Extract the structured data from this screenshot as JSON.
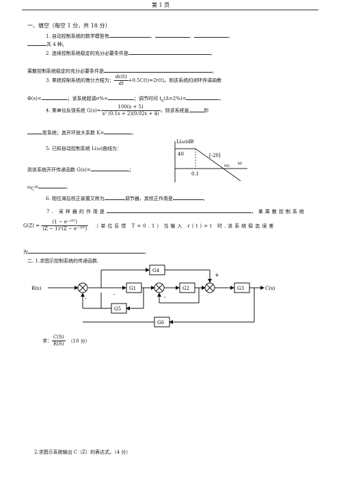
{
  "header": {
    "page": "第 1 页"
  },
  "section1": {
    "title": "一、填空（每空 1 分，共 18 分）"
  },
  "q1": {
    "prefix": "1. 自动控制系统的数学模型有",
    "sep1": "、",
    "sep2": "、",
    "sep3": "、",
    "tail": "共 4 种。"
  },
  "q2": {
    "text": "2. 连续控制系统稳定的充分必要条件是",
    "end": "。"
  },
  "q2b": {
    "text": "离散控制系统稳定的充分必要条件是",
    "end": "。"
  },
  "q3": {
    "prefix": "3. 某统控制系统的微分方程为：",
    "num": "dc(t)",
    "den": "dt",
    "suffix": "+0.5C(t)=2r(t)。则该系统的闭环传递函数"
  },
  "q3b": {
    "phi": "Φ(s)=",
    "overshoot": "；该系统超调σ%=",
    "settle": "；调节时间 t",
    "settle_sub": "s",
    "settle_cond": "(Δ=2%)=",
    "end": "。"
  },
  "q4": {
    "prefix": "4. 某单位反馈系统 G(s)=",
    "num": "100(s + 5)",
    "den": "s² (0.1s + 2)(0.02s + 4)",
    "suffix": "，则该系统是",
    "tail": "阶"
  },
  "q4b": {
    "text": "型系统；其开环放大系数 K=",
    "end": "。"
  },
  "q5": {
    "text": "5. 已知自动控制系统 L(ω)曲线为："
  },
  "q5b": {
    "text": "则该系统开环传递函数 G(s)=",
    "end": "；"
  },
  "q5c": {
    "text": "ω",
    "sub": "C",
    "eq": "=",
    "end": "。"
  },
  "bode": {
    "ylabel": "L(ω)dB",
    "val40": "40",
    "slope": "[-20]",
    "wc": "ω",
    "wc_sub": "C",
    "omega": "ω",
    "tick": "0.1"
  },
  "q6": {
    "text": "6. 相位滞后校正装置又称为",
    "mid": "调节器，其校正作用是",
    "end": "。"
  },
  "q7": {
    "text": "7. 采样器的作用是",
    "tail": "，某离散控制系统"
  },
  "q7b": {
    "gz": "G(Z) =",
    "num": "(1 − e⁻¹⁰ᵀ)",
    "den": "(Z − 1)²(Z − e⁻¹⁰ᵀ)",
    "rest": "（单位反馈 T=0.1）当输入 r(t)=t 时.该系统稳态误差"
  },
  "q7c": {
    "text": "为",
    "end": "。"
  },
  "section2": {
    "title": "二. 1.求图示控制系统的传递函数."
  },
  "block_diagram": {
    "input": "R(s)",
    "output": "C(s)",
    "g1": "G1",
    "g2": "G2",
    "g3": "G3",
    "g4": "G4",
    "g5": "G5",
    "g6": "G6",
    "minus": "-",
    "plus": "+"
  },
  "ask": {
    "prefix": "求：",
    "num": "C(S)",
    "den": "R(S)",
    "score": "（10 分）"
  },
  "q2_2": {
    "text": "2.求图示系统输出 C（Z）的表达式。（4 分）"
  }
}
